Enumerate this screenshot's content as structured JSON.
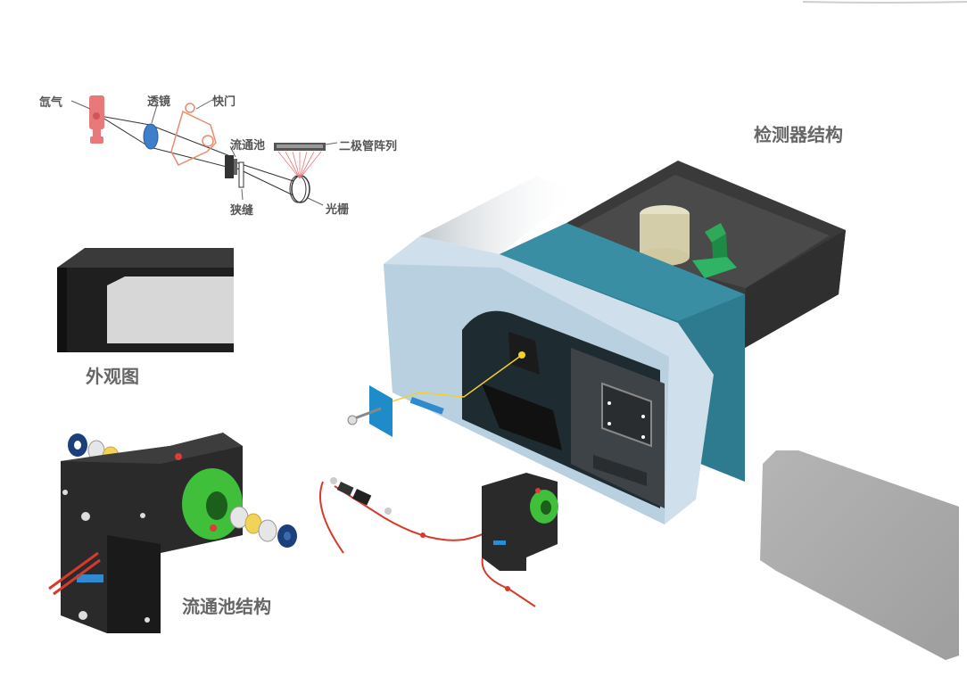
{
  "optics": {
    "xenon": "氙气",
    "lens": "透镜",
    "shutter": "快门",
    "flow_cell": "流通池",
    "diode_array": "二极管阵列",
    "slit": "狭缝",
    "grating": "光栅"
  },
  "views": {
    "appearance": "外观图",
    "detector_structure": "检测器结构",
    "flow_cell_structure": "流通池结构"
  },
  "colors": {
    "teal": "#2e7b8f",
    "light_blue": "#cfe0ec",
    "dark": "#2a2a2a",
    "green": "#3fbf3a",
    "red_tube": "#d83a2a"
  }
}
